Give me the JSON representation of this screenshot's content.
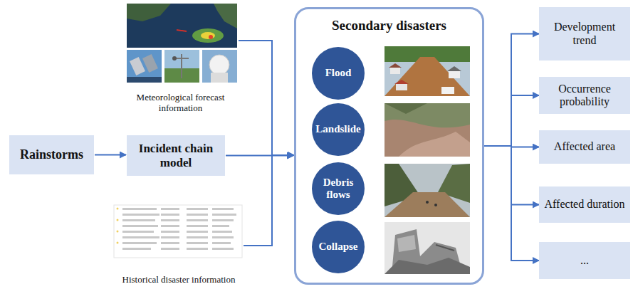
{
  "diagram": {
    "nodes": [
      {
        "text": [
          "Rainstorms"
        ]
      },
      {
        "text": [
          "Incident chain model"
        ]
      },
      {
        "text": [
          "Meteorological forecast information"
        ]
      },
      {
        "text": [
          "Historical disaster information"
        ]
      },
      {
        "text": [
          "Secondary disasters"
        ]
      },
      {
        "text": [
          "Flood"
        ],
        "in": 4
      },
      {
        "text": [
          "Landslide"
        ],
        "in": 4
      },
      {
        "text": [
          "Debris flows"
        ],
        "in": 4
      },
      {
        "text": [
          "Collapse"
        ],
        "in": 4
      },
      {
        "text": [
          "Development trend"
        ]
      },
      {
        "text": [
          "Occurrence probability"
        ]
      },
      {
        "text": [
          "Affected area"
        ]
      },
      {
        "text": [
          "Affected duration"
        ]
      },
      {
        "text": [
          "..."
        ]
      }
    ],
    "edges": [
      {
        "from": 0,
        "to": 1,
        "arrow": "to"
      },
      {
        "from": 1,
        "to": 4,
        "arrow": "to"
      },
      {
        "from": 2,
        "to": 4,
        "arrow": "to"
      },
      {
        "from": 3,
        "to": 4,
        "arrow": "to"
      },
      {
        "from": 4,
        "to": 9,
        "arrow": "to"
      },
      {
        "from": 4,
        "to": 10,
        "arrow": "to"
      },
      {
        "from": 4,
        "to": 11,
        "arrow": "to"
      },
      {
        "from": 4,
        "to": 12,
        "arrow": "to"
      },
      {
        "from": 4,
        "to": 13,
        "arrow": "to"
      }
    ]
  }
}
